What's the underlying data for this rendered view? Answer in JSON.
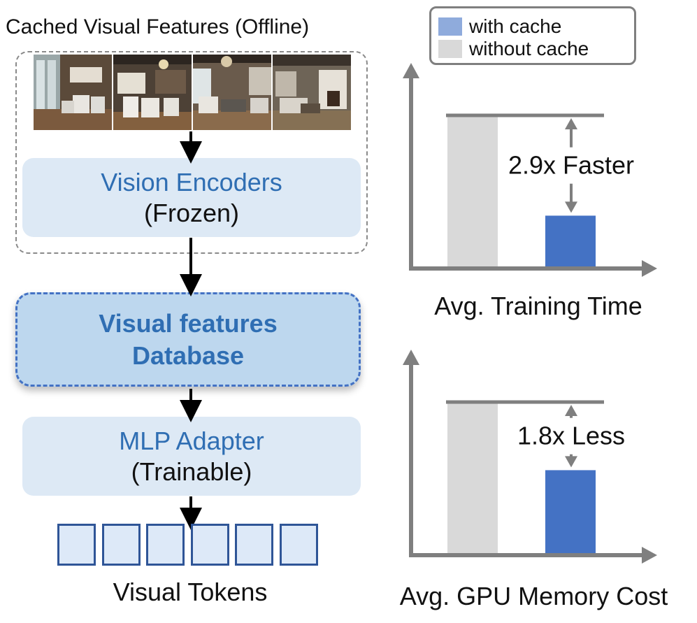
{
  "left_panel": {
    "offline_title": "Cached Visual Features (Offline)",
    "vision_encoder": {
      "name": "Vision Encoders",
      "status": "(Frozen)"
    },
    "database": {
      "line1": "Visual features",
      "line2": "Database"
    },
    "mlp_adapter": {
      "name": "MLP Adapter",
      "status": "(Trainable)"
    },
    "tokens_label": "Visual Tokens",
    "token_count": 6,
    "image_count": 4
  },
  "legend": {
    "items": [
      {
        "label": "with cache",
        "color": "#8fabdc"
      },
      {
        "label": "without cache",
        "color": "#d9d9d9"
      }
    ]
  },
  "chart_data": [
    {
      "type": "bar",
      "title": "Avg. Training Time",
      "categories": [
        "without cache",
        "with cache"
      ],
      "values": [
        1.0,
        0.345
      ],
      "ylim": [
        0,
        1.05
      ],
      "annotation": "2.9x Faster",
      "colors": [
        "#d9d9d9",
        "#4472c4"
      ]
    },
    {
      "type": "bar",
      "title": "Avg. GPU Memory Cost",
      "categories": [
        "without cache",
        "with cache"
      ],
      "values": [
        1.0,
        0.555
      ],
      "ylim": [
        0,
        1.05
      ],
      "annotation": "1.8x Less",
      "colors": [
        "#d9d9d9",
        "#4472c4"
      ]
    }
  ]
}
